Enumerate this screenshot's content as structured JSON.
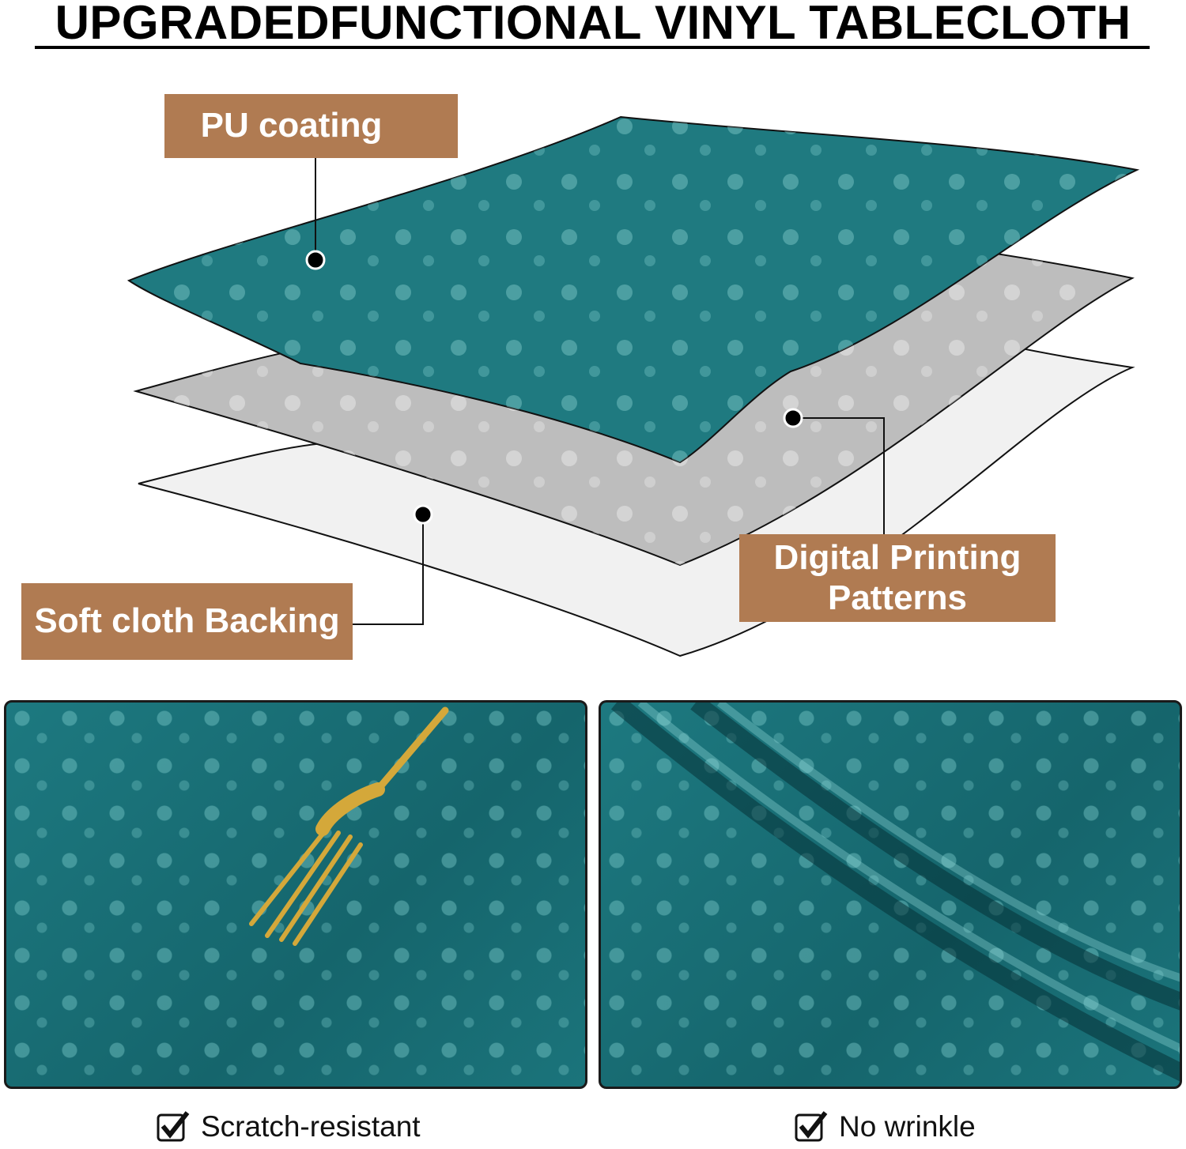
{
  "title": "UPGRADEDFUNCTIONAL VINYL TABLECLOTH",
  "layers": [
    {
      "label": "PU coating"
    },
    {
      "label": "Digital Printing Patterns",
      "line1": "Digital Printing",
      "line2": "Patterns"
    },
    {
      "label": "Soft cloth Backing"
    }
  ],
  "features": [
    {
      "icon": "checkbox-checked-icon",
      "label": "Scratch-resistant"
    },
    {
      "icon": "checkbox-checked-icon",
      "label": "No wrinkle"
    }
  ],
  "colors": {
    "teal": "#1f7a80",
    "label_bg": "#b07b52",
    "gray_layer": "#bdbdbd",
    "backing": "#f1f1f1"
  }
}
